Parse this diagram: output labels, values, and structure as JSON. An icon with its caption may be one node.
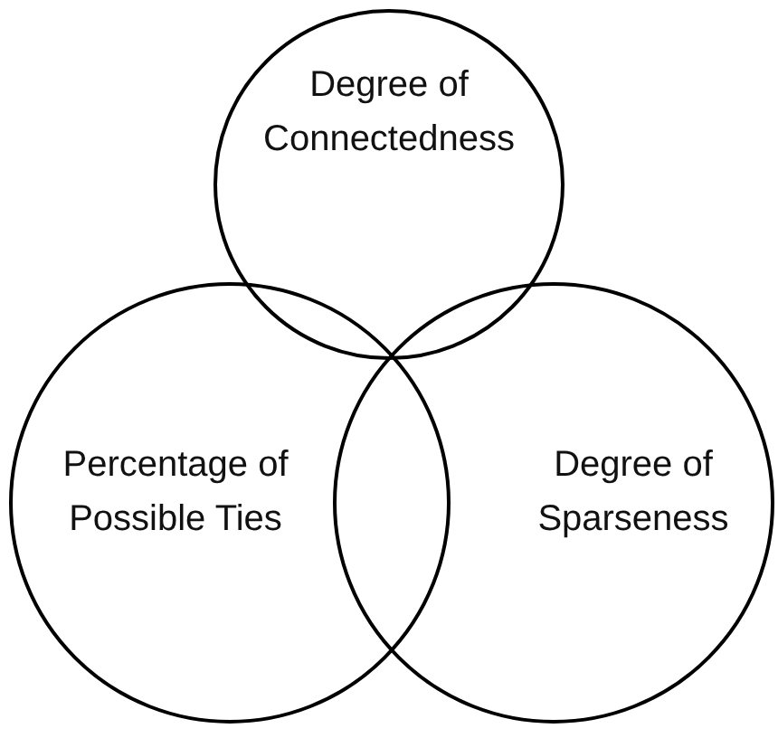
{
  "diagram": {
    "nodes": [
      {
        "text": [
          "Degree of Connectedness"
        ]
      },
      {
        "text": [
          "Percentage of Possible Ties"
        ]
      },
      {
        "text": [
          "Degree of Sparseness"
        ]
      }
    ],
    "edges": []
  }
}
